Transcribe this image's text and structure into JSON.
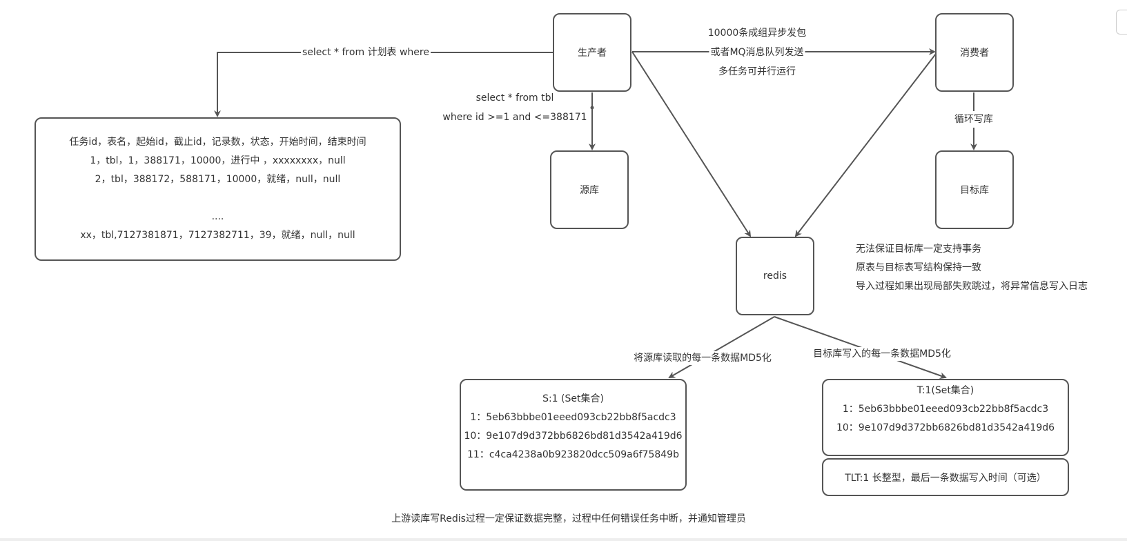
{
  "nodes": {
    "producer": "生产者",
    "consumer": "消费者",
    "source_db": "源库",
    "target_db": "目标库",
    "redis": "redis"
  },
  "edge_labels": {
    "plan_query": "select * from 计划表 where",
    "source_query_line1": "select * from tbl",
    "source_query_line2": "where id >=1 and <=388171",
    "send_line1": "10000条成组异步发包",
    "send_line2": "或者MQ消息队列发送",
    "send_line3": "多任务可并行运行",
    "loop_write": "循环写库",
    "source_md5": "将源库读取的每一条数据MD5化",
    "target_md5": "目标库写入的每一条数据MD5化"
  },
  "plan_table": {
    "header": "任务id，表名，起始id，截止id，记录数，状态，开始时间，结束时间",
    "rows": [
      "1，tbl，1，388171，10000，进行中 ，xxxxxxxx，null",
      "2，tbl，388172，588171，10000，就绪，null，null",
      "....",
      "xx，tbl,7127381871，7127382711，39，就绪，null，null"
    ]
  },
  "notes": [
    "无法保证目标库一定支持事务",
    "原表与目标表写结构保持一致",
    "导入过程如果出现局部失败跳过，将异常信息写入日志"
  ],
  "set_s": {
    "title": "S:1 (Set集合)",
    "items": [
      "1：5eb63bbbe01eeed093cb22bb8f5acdc3",
      "10：9e107d9d372bb6826bd81d3542a419d6",
      "11：c4ca4238a0b923820dcc509a6f75849b"
    ]
  },
  "set_t": {
    "title": "T:1(Set集合)",
    "items": [
      "1：5eb63bbbe01eeed093cb22bb8f5acdc3",
      "10：9e107d9d372bb6826bd81d3542a419d6"
    ]
  },
  "tlt_box": "TLT:1 长整型，最后一条数据写入时间（可选）",
  "footer_note": "上游读库写Redis过程一定保证数据完整，过程中任何错误任务中断，并通知管理员",
  "colors": {
    "stroke": "#555555",
    "text": "#333333",
    "background": "#ffffff"
  }
}
